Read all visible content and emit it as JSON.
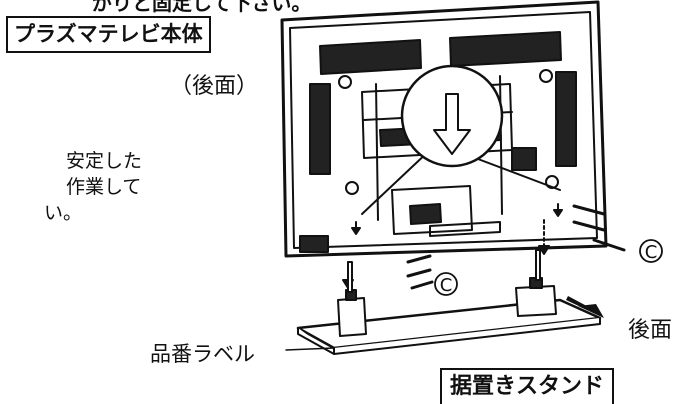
{
  "header_partial": "がりと固定して下さい。",
  "labels": {
    "tv_body": "プラズマテレビ本体",
    "rear_view": "（後面）",
    "side_note": [
      "安定した",
      "作業して",
      "い。"
    ],
    "label_sticker": "品番ラベル",
    "rear": "後面",
    "stand": "据置きスタンド",
    "screw_mark": "C"
  }
}
